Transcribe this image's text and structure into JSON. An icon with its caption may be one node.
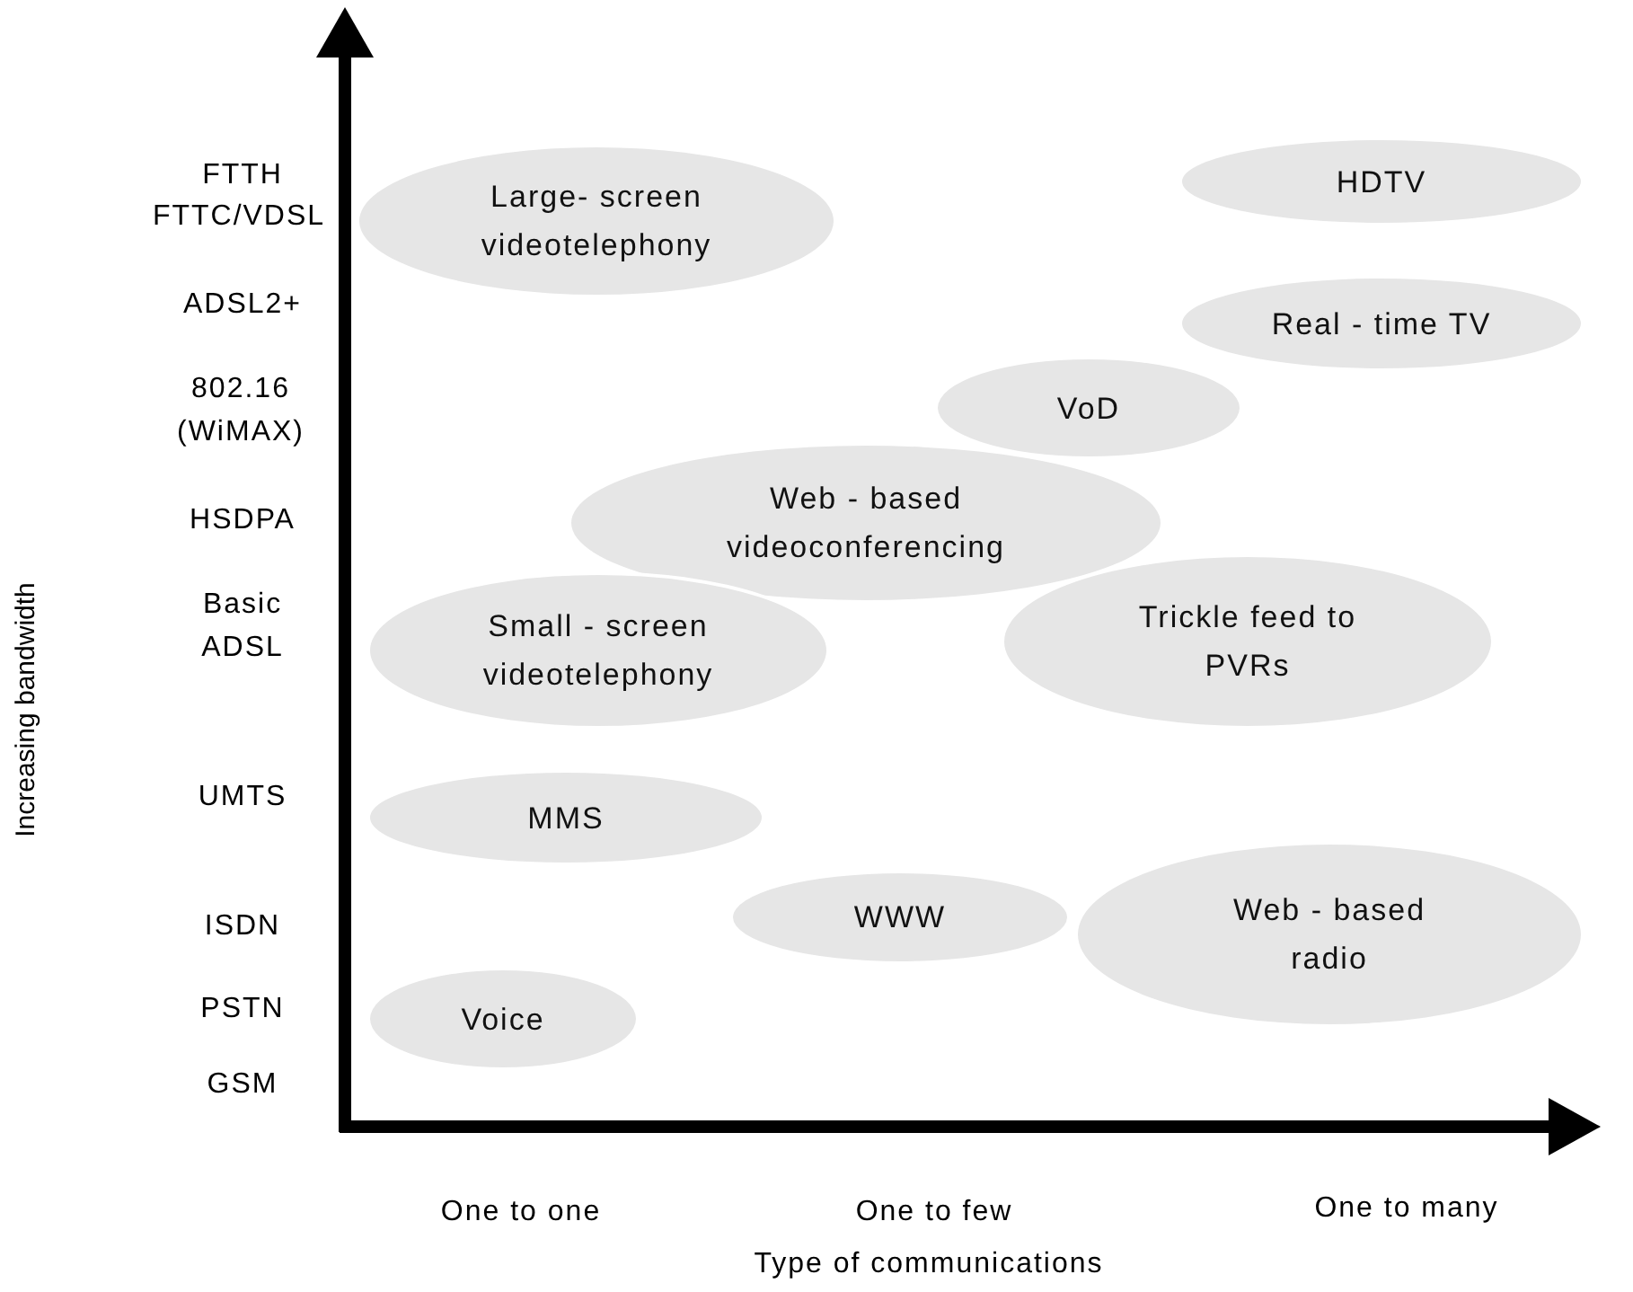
{
  "diagram": {
    "nodes": [
      {
        "text": [
          "Large- screen videotelephony"
        ]
      },
      {
        "text": [
          "HDTV"
        ]
      },
      {
        "text": [
          "Real - time TV"
        ]
      },
      {
        "text": [
          "VoD"
        ]
      },
      {
        "text": [
          "Web - based videoconferencing"
        ]
      },
      {
        "text": [
          "Small - screen videotelephony"
        ]
      },
      {
        "text": [
          "Trickle feed to PVRs"
        ]
      },
      {
        "text": [
          "MMS"
        ]
      },
      {
        "text": [
          "WWW"
        ]
      },
      {
        "text": [
          "Web - based radio"
        ]
      },
      {
        "text": [
          "Voice"
        ]
      }
    ],
    "labels": [
      "FTTH",
      "FTTC/VDSL",
      "ADSL2+",
      "802.16 (WiMAX)",
      "HSDPA",
      "Basic ADSL",
      "UMTS",
      "ISDN",
      "PSTN",
      "GSM",
      "Increasing bandwidth",
      "One to one",
      "One to few",
      "One to many",
      "Type of communications"
    ]
  }
}
